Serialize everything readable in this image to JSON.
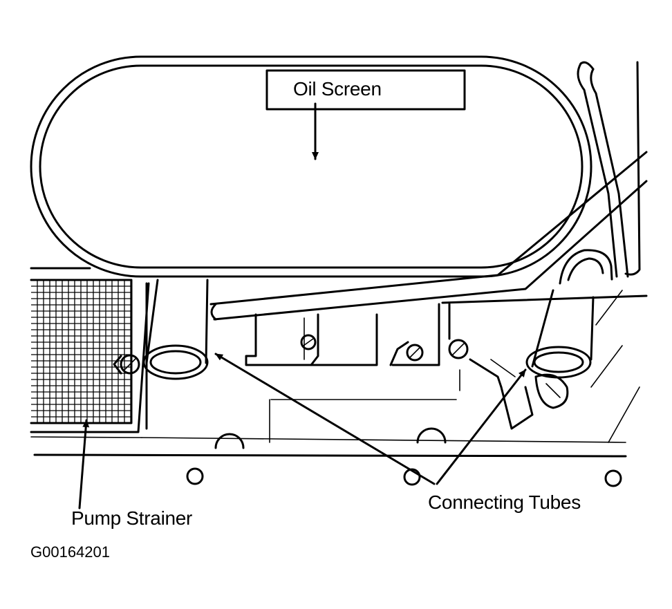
{
  "labels": {
    "oil_screen": "Oil Screen",
    "pump_strainer": "Pump Strainer",
    "connecting_tubes": "Connecting Tubes"
  },
  "figure_id": "G00164201",
  "icons": {
    "mesh": "strainer-mesh-icon",
    "arrow": "leader-arrow-icon"
  }
}
